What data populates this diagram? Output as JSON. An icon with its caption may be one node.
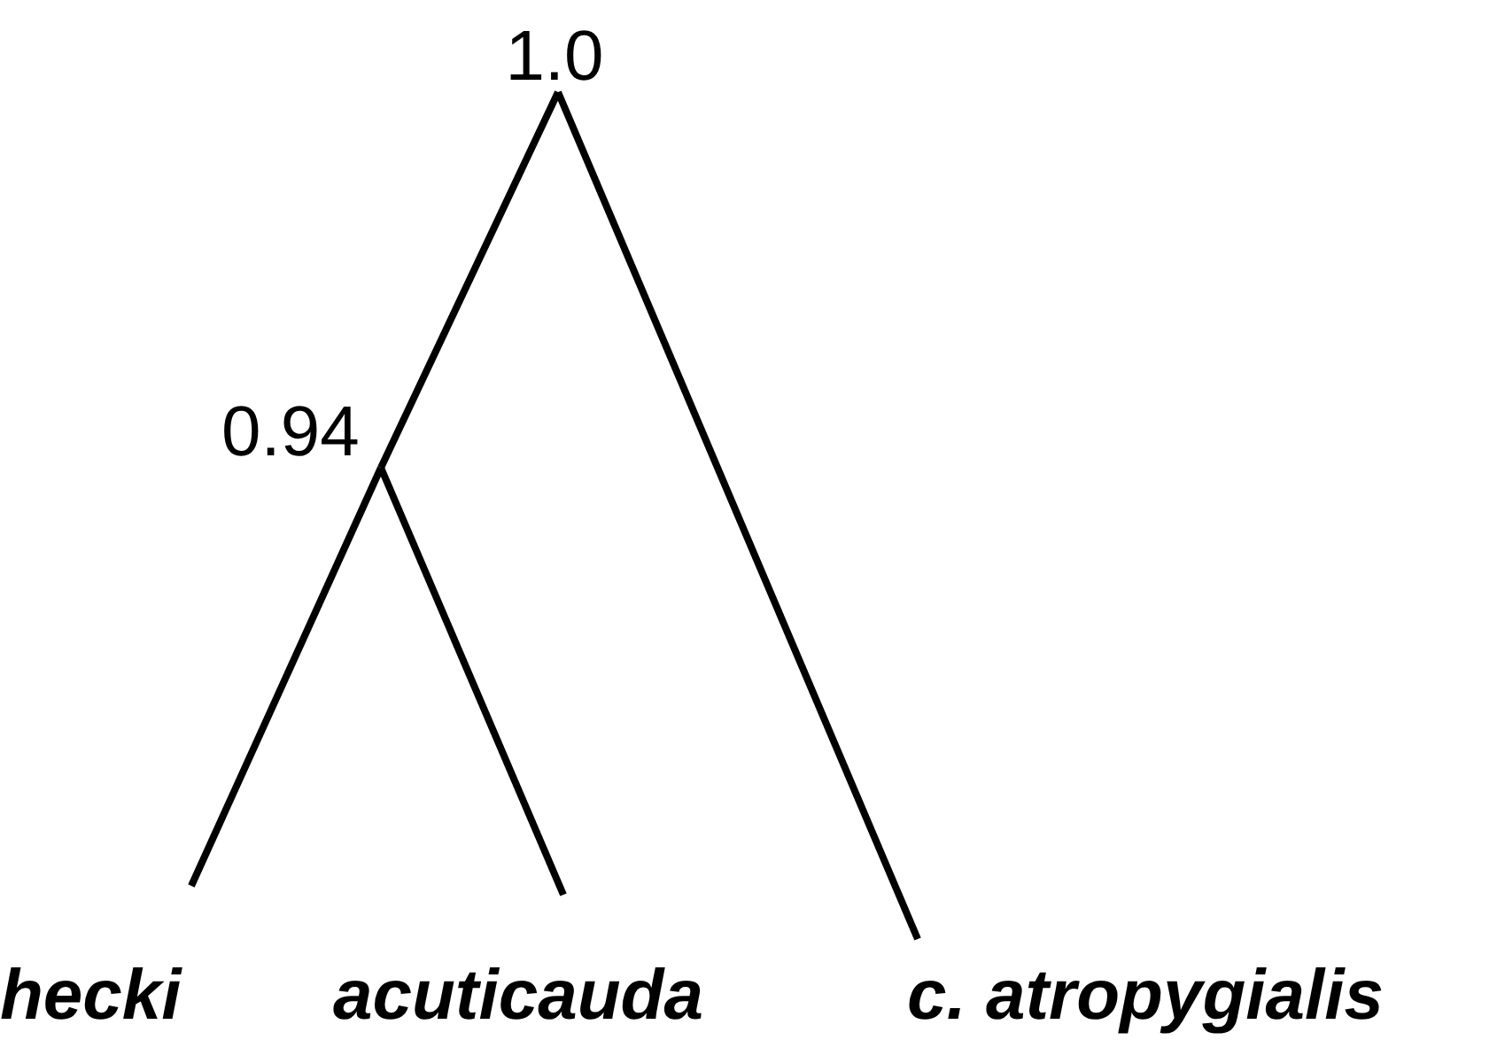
{
  "diagram": {
    "nodes": [
      {
        "text": [
          "1.0"
        ]
      },
      {
        "text": [
          "0.94"
        ]
      },
      {
        "text": [
          "hecki"
        ]
      },
      {
        "text": [
          "acuticauda"
        ]
      },
      {
        "text": [
          "c. atropygialis"
        ]
      }
    ],
    "edges": [
      {
        "from": 0,
        "to": 1,
        "arrow": "none"
      },
      {
        "from": 0,
        "to": 4,
        "arrow": "none"
      },
      {
        "from": 1,
        "to": 2,
        "arrow": "none"
      },
      {
        "from": 1,
        "to": 3,
        "arrow": "none"
      }
    ]
  }
}
